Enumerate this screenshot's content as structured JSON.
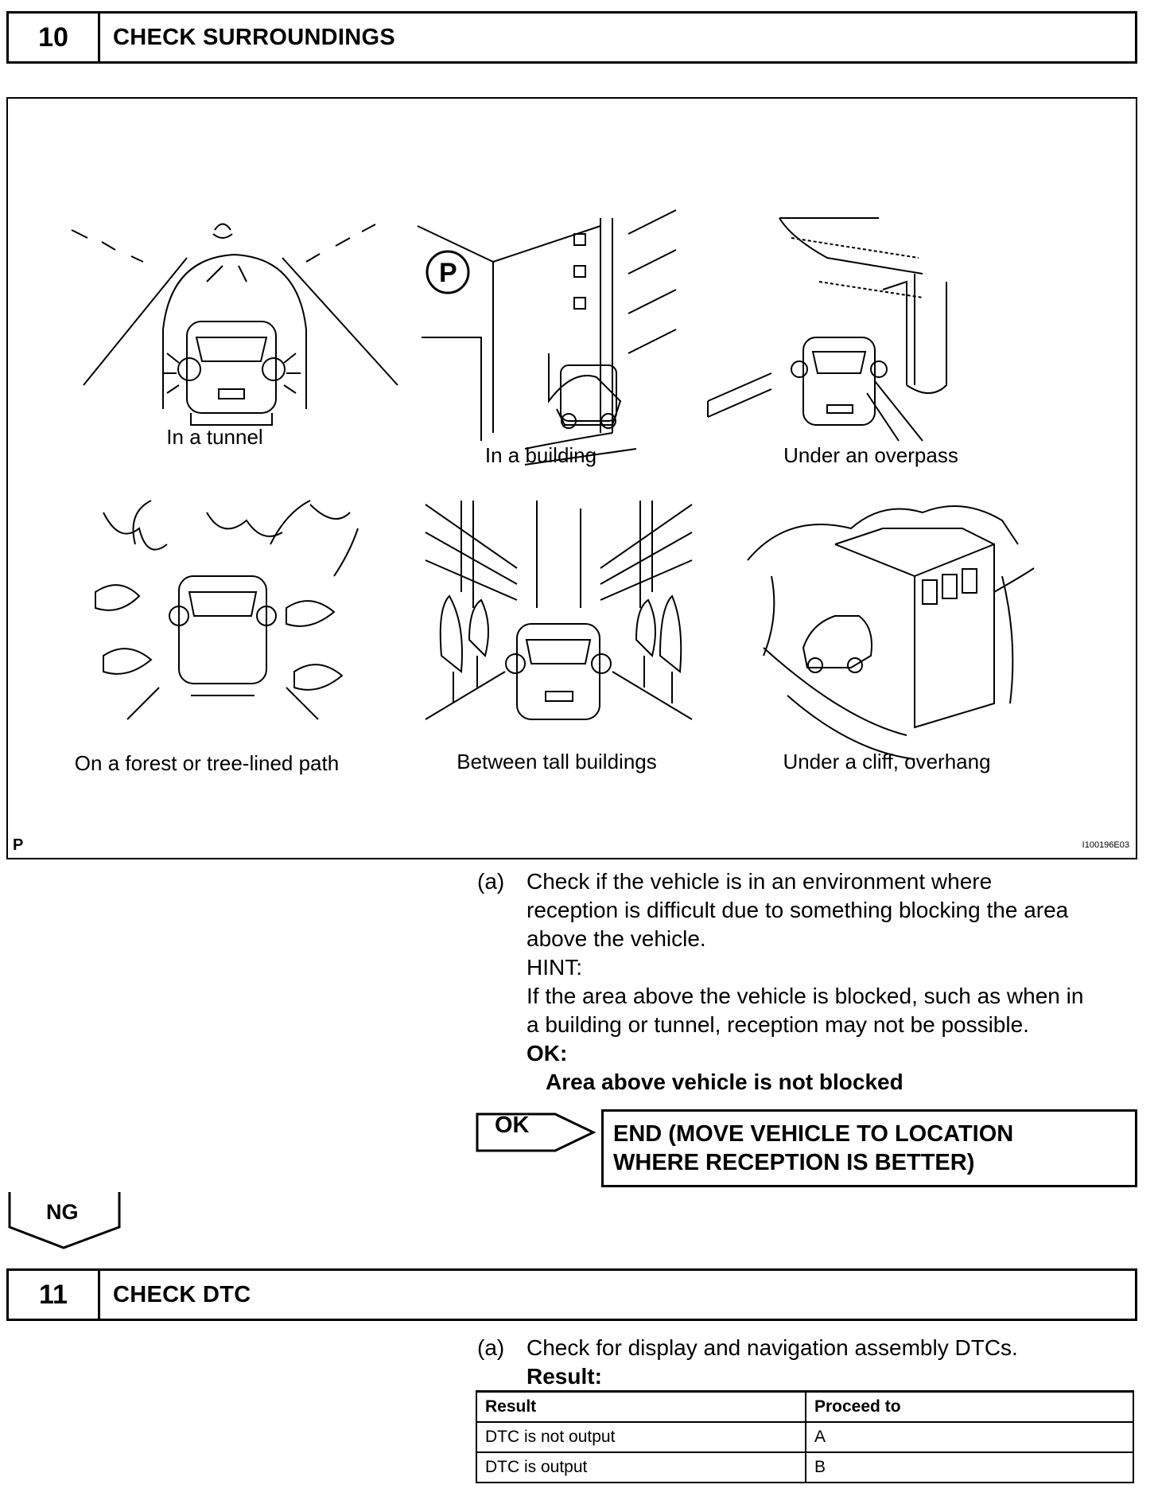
{
  "step10": {
    "number": "10",
    "title": "CHECK SURROUNDINGS"
  },
  "figure": {
    "captions": {
      "tunnel": "In a tunnel",
      "building": "In a building",
      "overpass": "Under an overpass",
      "forest": "On a forest or tree-lined path",
      "tall_buildings": "Between tall buildings",
      "cliff": "Under a cliff, overhang"
    },
    "parking_sign": "P",
    "corner_label": "P",
    "figure_id": "I100196E03"
  },
  "step10_text": {
    "label": "(a)",
    "lines": [
      "Check if the vehicle is in an environment where",
      "reception is difficult due to something blocking the area",
      "above the vehicle."
    ],
    "hint_label": "HINT:",
    "hint_lines": [
      "If the area above the vehicle is blocked, such as when in",
      "a building or tunnel, reception may not be possible."
    ],
    "ok_label": "OK:",
    "ok_criteria": "Area above vehicle is not blocked"
  },
  "ok_branch": {
    "label": "OK",
    "result_lines": [
      "END (MOVE VEHICLE TO LOCATION",
      "WHERE RECEPTION IS BETTER)"
    ]
  },
  "ng_branch": {
    "label": "NG"
  },
  "step11": {
    "number": "11",
    "title": "CHECK DTC"
  },
  "step11_text": {
    "label": "(a)",
    "line": "Check for display and navigation assembly DTCs.",
    "result_label": "Result:"
  },
  "result_table": {
    "headers": [
      "Result",
      "Proceed to"
    ],
    "rows": [
      [
        "DTC is not output",
        "A"
      ],
      [
        "DTC is output",
        "B"
      ]
    ]
  }
}
